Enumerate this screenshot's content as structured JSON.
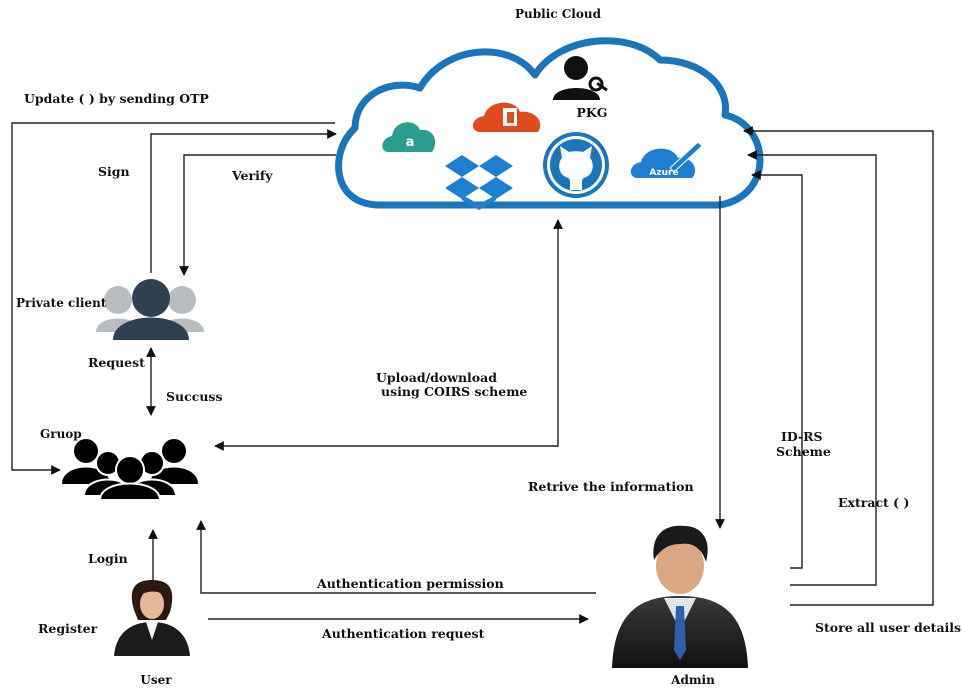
{
  "cloud": {
    "title": "Public Cloud",
    "pkg_label": "PKG",
    "azure_label": "Azure",
    "services": [
      "amazon-cloud-icon",
      "office-cloud-icon",
      "dropbox-icon",
      "github-icon",
      "azure-cloud-icon",
      "pkg-key-user-icon"
    ],
    "outline_color": "#1a75bc",
    "amazon_color": "#2a9d8f",
    "office_color": "#e04a1f",
    "dropbox_color": "#1f7ed0",
    "github_color": "#1a75bc",
    "azure_color": "#1f7ed0"
  },
  "actors": {
    "private_client": "Private client",
    "group": "Gruop",
    "user": "User",
    "admin": "Admin"
  },
  "edges": {
    "update_otp": "Update ( ) by sending OTP",
    "sign": "Sign",
    "verify": "Verify",
    "request": "Request",
    "success": "Succuss",
    "upload_line1": "Upload/download",
    "upload_line2": "using COIRS scheme",
    "retrieve": "Retrive the information",
    "idrs_line1": "ID-RS",
    "idrs_line2": "Scheme",
    "extract": "Extract ( )",
    "store": "Store all user details",
    "login": "Login",
    "register": "Register",
    "auth_permission": "Authentication permission",
    "auth_request": "Authentication request"
  }
}
